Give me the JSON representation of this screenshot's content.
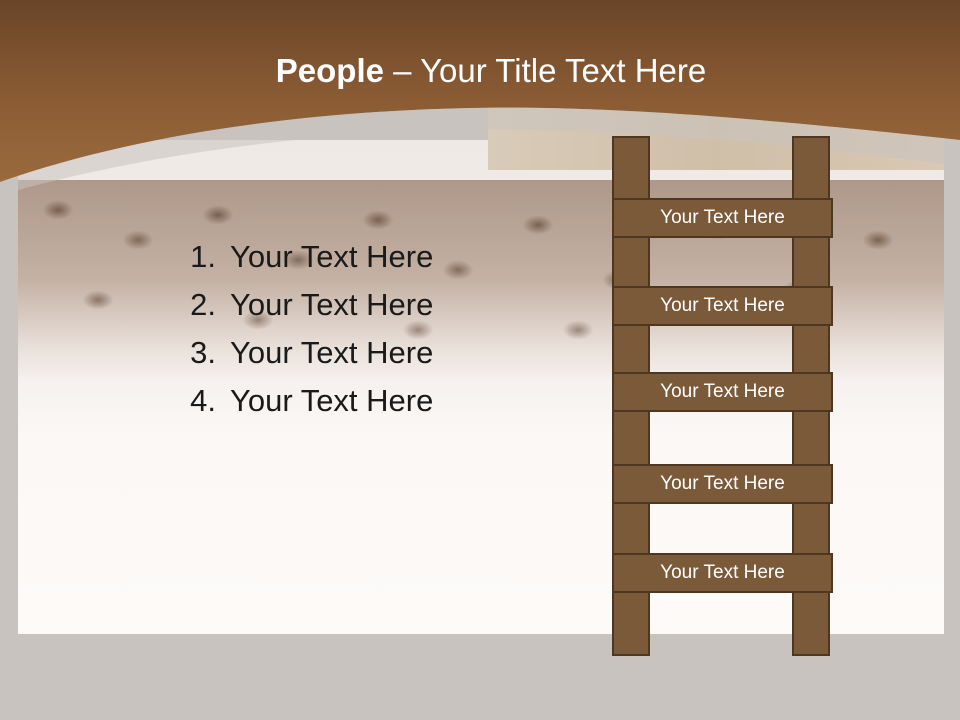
{
  "slide": {
    "title_bold": "People",
    "title_rest": " – Your Title Text Here"
  },
  "list": {
    "items": [
      {
        "number": "1.",
        "text": "Your Text Here"
      },
      {
        "number": "2.",
        "text": "Your Text Here"
      },
      {
        "number": "3.",
        "text": "Your Text Here"
      },
      {
        "number": "4.",
        "text": "Your Text Here"
      }
    ]
  },
  "ladder": {
    "rungs": [
      {
        "text": "Your Text Here"
      },
      {
        "text": "Your Text Here"
      },
      {
        "text": "Your Text Here"
      },
      {
        "text": "Your Text Here"
      },
      {
        "text": "Your Text Here"
      }
    ]
  },
  "colors": {
    "header_brown": "#8b5c34",
    "ladder_wood": "#7b5a3a",
    "ladder_outline": "#4e3721",
    "background_gray": "#c8c3bf"
  }
}
